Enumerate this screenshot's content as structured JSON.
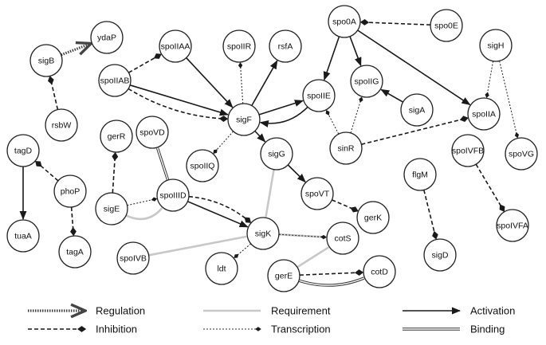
{
  "nodes": [
    {
      "id": "ydaP",
      "label": "ydaP"
    },
    {
      "id": "sigB",
      "label": "sigB"
    },
    {
      "id": "rsbW",
      "label": "rsbW"
    },
    {
      "id": "spoIIAA",
      "label": "spoIIAA"
    },
    {
      "id": "spoIIR",
      "label": "spoIIR"
    },
    {
      "id": "rsfA",
      "label": "rsfA"
    },
    {
      "id": "spoIIAB",
      "label": "spoIIAB"
    },
    {
      "id": "spo0A",
      "label": "spo0A"
    },
    {
      "id": "spo0E",
      "label": "spo0E"
    },
    {
      "id": "sigH",
      "label": "sigH"
    },
    {
      "id": "spoIIE",
      "label": "spoIIE"
    },
    {
      "id": "spoIIG",
      "label": "spoIIG"
    },
    {
      "id": "sigA",
      "label": "sigA"
    },
    {
      "id": "spoIIA",
      "label": "spoIIA"
    },
    {
      "id": "sigF",
      "label": "sigF"
    },
    {
      "id": "sinR",
      "label": "sinR"
    },
    {
      "id": "gerR",
      "label": "gerR"
    },
    {
      "id": "spoVD",
      "label": "spoVD"
    },
    {
      "id": "spoIIQ",
      "label": "spoIIQ"
    },
    {
      "id": "sigG",
      "label": "sigG"
    },
    {
      "id": "spoVG",
      "label": "spoVG"
    },
    {
      "id": "spoIVFB",
      "label": "spoIVFB"
    },
    {
      "id": "tagD",
      "label": "tagD"
    },
    {
      "id": "phoP",
      "label": "phoP"
    },
    {
      "id": "sigE",
      "label": "sigE"
    },
    {
      "id": "spoIIID",
      "label": "spoIIID"
    },
    {
      "id": "spoVT",
      "label": "spoVT"
    },
    {
      "id": "flgM",
      "label": "flgM"
    },
    {
      "id": "gerK",
      "label": "gerK"
    },
    {
      "id": "spoIVFA",
      "label": "spoIVFA"
    },
    {
      "id": "tuaA",
      "label": "tuaA"
    },
    {
      "id": "tagA",
      "label": "tagA"
    },
    {
      "id": "sigK",
      "label": "sigK"
    },
    {
      "id": "cotS",
      "label": "cotS"
    },
    {
      "id": "sigD",
      "label": "sigD"
    },
    {
      "id": "spoIVB",
      "label": "spoIVB"
    },
    {
      "id": "ldt",
      "label": "ldt"
    },
    {
      "id": "gerE",
      "label": "gerE"
    },
    {
      "id": "cotD",
      "label": "cotD"
    }
  ],
  "edges": [
    {
      "from": "sigB",
      "to": "ydaP",
      "type": "regulation"
    },
    {
      "from": "rsbW",
      "to": "sigB",
      "type": "inhibition"
    },
    {
      "from": "spoIIAB",
      "to": "spoIIAA",
      "type": "inhibition"
    },
    {
      "from": "spoIIAB",
      "to": "sigF",
      "type": "activation"
    },
    {
      "from": "spoIIAB",
      "to": "sigF",
      "type": "inhibition"
    },
    {
      "from": "spoIIAA",
      "to": "sigF",
      "type": "activation"
    },
    {
      "from": "sigF",
      "to": "spoIIR",
      "type": "transcription"
    },
    {
      "from": "sigF",
      "to": "rsfA",
      "type": "activation"
    },
    {
      "from": "sigF",
      "to": "spoIIE",
      "type": "activation"
    },
    {
      "from": "spoIIE",
      "to": "sigF",
      "type": "activation"
    },
    {
      "from": "sigF",
      "to": "spoIIQ",
      "type": "transcription"
    },
    {
      "from": "sigF",
      "to": "sigG",
      "type": "activation"
    },
    {
      "from": "spo0E",
      "to": "spo0A",
      "type": "inhibition"
    },
    {
      "from": "spo0A",
      "to": "spoIIE",
      "type": "activation"
    },
    {
      "from": "spo0A",
      "to": "spoIIG",
      "type": "activation"
    },
    {
      "from": "spo0A",
      "to": "spoIIA",
      "type": "activation"
    },
    {
      "from": "sigA",
      "to": "spoIIG",
      "type": "activation"
    },
    {
      "from": "sinR",
      "to": "spoIIE",
      "type": "transcription"
    },
    {
      "from": "sinR",
      "to": "spoIIG",
      "type": "transcription"
    },
    {
      "from": "sinR",
      "to": "spoIIA",
      "type": "inhibition"
    },
    {
      "from": "sigH",
      "to": "spoIIA",
      "type": "transcription"
    },
    {
      "from": "sigH",
      "to": "spoVG",
      "type": "transcription"
    },
    {
      "from": "sigE",
      "to": "gerR",
      "type": "inhibition"
    },
    {
      "from": "spoIIID",
      "to": "spoVD",
      "type": "binding"
    },
    {
      "from": "sigE",
      "to": "spoIIID",
      "type": "transcription"
    },
    {
      "from": "sigE",
      "to": "spoIIID",
      "type": "requirement"
    },
    {
      "from": "spoIIID",
      "to": "sigK",
      "type": "activation"
    },
    {
      "from": "spoIIID",
      "to": "sigK",
      "type": "inhibition"
    },
    {
      "from": "sigG",
      "to": "sigK",
      "type": "requirement"
    },
    {
      "from": "sigG",
      "to": "spoVT",
      "type": "activation"
    },
    {
      "from": "spoVT",
      "to": "gerK",
      "type": "inhibition"
    },
    {
      "from": "spoIVFB",
      "to": "spoIVFA",
      "type": "inhibition"
    },
    {
      "from": "flgM",
      "to": "sigD",
      "type": "inhibition"
    },
    {
      "from": "tagD",
      "to": "tuaA",
      "type": "activation"
    },
    {
      "from": "phoP",
      "to": "tagD",
      "type": "inhibition"
    },
    {
      "from": "phoP",
      "to": "tagA",
      "type": "inhibition"
    },
    {
      "from": "spoIVB",
      "to": "sigK",
      "type": "requirement"
    },
    {
      "from": "sigK",
      "to": "ldt",
      "type": "transcription"
    },
    {
      "from": "sigK",
      "to": "cotS",
      "type": "requirement"
    },
    {
      "from": "sigK",
      "to": "cotS",
      "type": "transcription"
    },
    {
      "from": "gerE",
      "to": "cotS",
      "type": "requirement"
    },
    {
      "from": "gerE",
      "to": "cotD",
      "type": "inhibition"
    },
    {
      "from": "gerE",
      "to": "cotD",
      "type": "binding"
    }
  ],
  "legend": [
    {
      "type": "regulation",
      "label": "Regulation"
    },
    {
      "type": "inhibition",
      "label": "Inhibition"
    },
    {
      "type": "requirement",
      "label": "Requirement"
    },
    {
      "type": "transcription",
      "label": "Transcription"
    },
    {
      "type": "activation",
      "label": "Activation"
    },
    {
      "type": "binding",
      "label": "Binding"
    }
  ]
}
